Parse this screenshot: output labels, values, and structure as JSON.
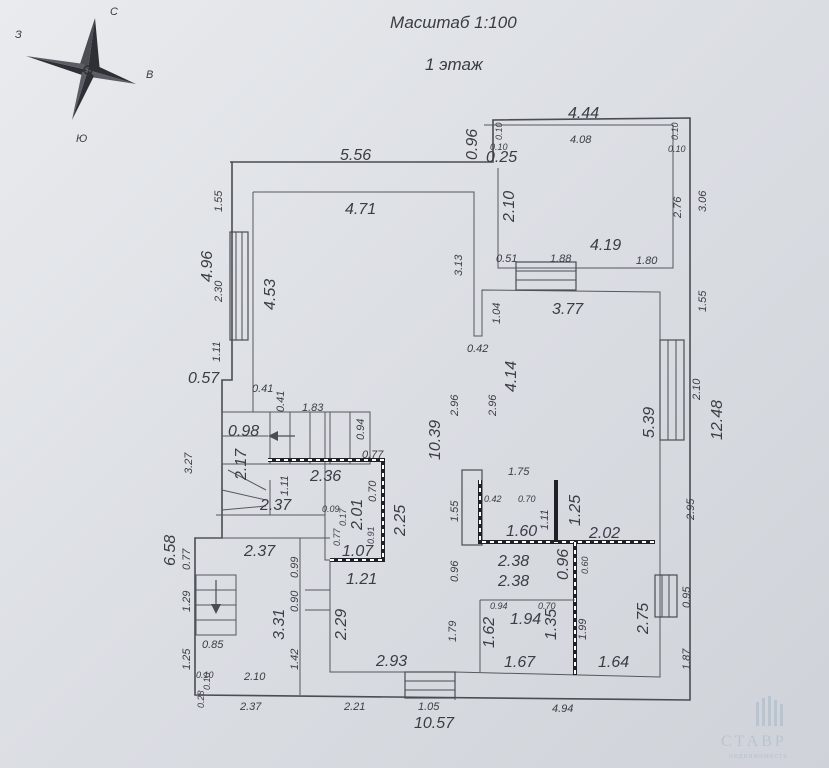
{
  "header": {
    "scale": "Масштаб 1:100",
    "floor": "1 этаж"
  },
  "compass": {
    "n": "С",
    "e": "В",
    "s": "Ю",
    "w": "З"
  },
  "dims": {
    "d_556": "5.56",
    "d_096a": "0.96",
    "d_025": "0.25",
    "d_444": "4.44",
    "d_408": "4.08",
    "d_010a": "0.10",
    "d_010b": "0.10",
    "d_010c": "0.10",
    "d_010d": "0.10",
    "d_155a": "1.55",
    "d_471": "4.71",
    "d_210a": "2.10",
    "d_276": "2.76",
    "d_306": "3.06",
    "d_496": "4.96",
    "d_230": "2.30",
    "d_453": "4.53",
    "d_313": "3.13",
    "d_051": "0.51",
    "d_188": "1.88",
    "d_419": "4.19",
    "d_180": "1.80",
    "d_104": "1.04",
    "d_377": "3.77",
    "d_155b": "1.55",
    "d_042a": "0.42",
    "d_111a": "1.11",
    "d_057": "0.57",
    "d_041a": "0.41",
    "d_041b": "0.41",
    "d_183": "1.83",
    "d_098": "0.98",
    "d_094a": "0.94",
    "d_296a": "2.96",
    "d_296b": "2.96",
    "d_414": "4.14",
    "d_1039": "10.39",
    "d_539": "5.39",
    "d_210b": "2.10",
    "d_1248": "12.48",
    "d_327": "3.27",
    "d_217": "2.17",
    "d_077a": "0.77",
    "d_236": "2.36",
    "d_111b": "1.11",
    "d_237a": "2.37",
    "d_201": "2.01",
    "d_070a": "0.70",
    "d_225": "2.25",
    "d_175": "1.75",
    "d_042b": "0.42",
    "d_070b": "0.70",
    "d_155c": "1.55",
    "d_111c": "1.11",
    "d_125a": "1.25",
    "d_295": "2.95",
    "d_009": "0.09",
    "d_017": "0.17",
    "d_077b": "0.77",
    "d_091": "0.91",
    "d_107": "1.07",
    "d_160": "1.60",
    "d_202": "2.02",
    "d_658": "6.58",
    "d_237b": "2.37",
    "d_077c": "0.77",
    "d_099": "0.99",
    "d_238a": "2.38",
    "d_096b": "0.96",
    "d_096c": "0.96",
    "d_060": "0.60",
    "d_121": "1.21",
    "d_238b": "2.38",
    "d_095": "0.95",
    "d_129": "1.29",
    "d_331": "3.31",
    "d_090": "0.90",
    "d_229": "2.29",
    "d_094b": "0.94",
    "d_070c": "0.70",
    "d_194": "1.94",
    "d_199": "1.99",
    "d_275": "2.75",
    "d_085": "0.85",
    "d_179": "1.79",
    "d_162": "1.62",
    "d_135": "1.35",
    "d_125b": "1.25",
    "d_142": "1.42",
    "d_293": "2.93",
    "d_167": "1.67",
    "d_164": "1.64",
    "d_187": "1.87",
    "d_010e": "0.10",
    "d_010f": "0.10",
    "d_210c": "2.10",
    "d_028": "0.28",
    "d_237c": "2.37",
    "d_221": "2.21",
    "d_105": "1.05",
    "d_494": "4.94",
    "d_1057": "10.57"
  },
  "logo": {
    "name": "СТАВР",
    "sub": "недвижимость"
  },
  "colors": {
    "ink": "#3a3d44",
    "accent_wall": "#1f2126",
    "logo": "#b9c4cf"
  }
}
